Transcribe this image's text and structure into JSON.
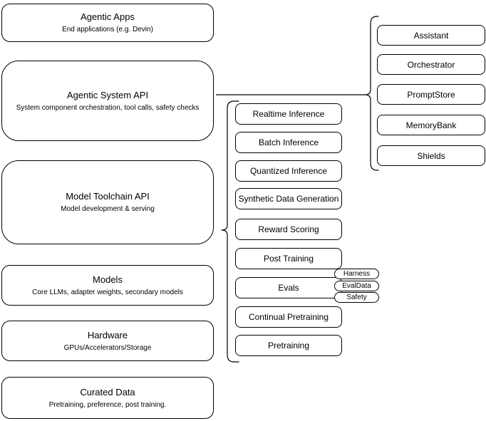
{
  "diagram": {
    "left_stack": [
      {
        "title": "Agentic Apps",
        "subtitle": "End applications (e.g. Devin)"
      },
      {
        "title": "Agentic System API",
        "subtitle": "System component orchestration, tool calls, safety checks"
      },
      {
        "title": "Model Toolchain API",
        "subtitle": "Model development & serving"
      },
      {
        "title": "Models",
        "subtitle": "Core LLMs, adapter weights, secondary models"
      },
      {
        "title": "Hardware",
        "subtitle": "GPUs/Accelerators/Storage"
      },
      {
        "title": "Curated Data",
        "subtitle": "Pretraining, preference, post training."
      }
    ],
    "toolchain_services": [
      "Realtime Inference",
      "Batch Inference",
      "Quantized Inference",
      "Synthetic Data Generation",
      "Reward Scoring",
      "Post Training",
      "Evals",
      "Continual Pretraining",
      "Pretraining"
    ],
    "evals_tags": [
      "Harness",
      "EvalData",
      "Safety"
    ],
    "system_components": [
      "Assistant",
      "Orchestrator",
      "PromptStore",
      "MemoryBank",
      "Shields"
    ],
    "colors": {
      "stroke": "#000000",
      "fill": "#ffffff",
      "background": "#ffffff"
    }
  }
}
